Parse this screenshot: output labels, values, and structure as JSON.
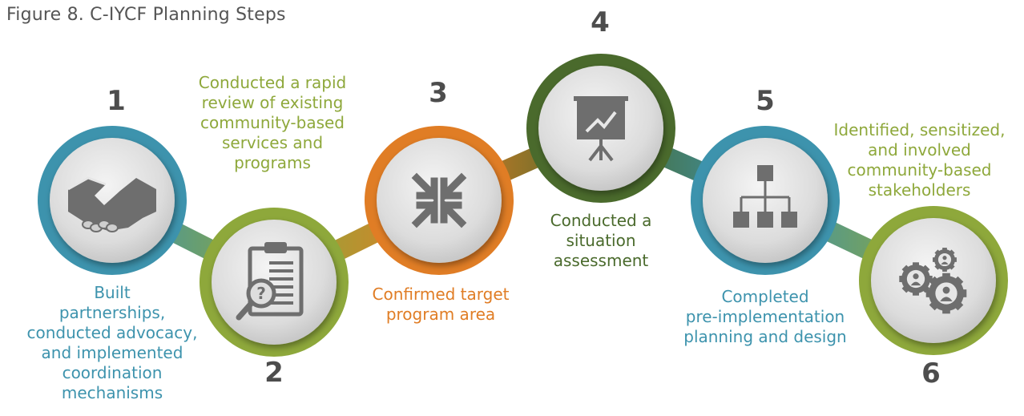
{
  "title": "Figure 8. C-IYCF Planning Steps",
  "colors": {
    "blue": "#3d93ad",
    "green": "#8ea83b",
    "orange": "#e07d25",
    "darkgreen": "#4a6a2c",
    "number": "#4d4d4d",
    "icon": "#6e6e6e"
  },
  "steps": [
    {
      "number": "1",
      "icon": "handshake-icon",
      "color": "blue",
      "caption": [
        "Built",
        "partnerships,",
        "conducted advocacy,",
        "and implemented",
        "coordination",
        "mechanisms"
      ]
    },
    {
      "number": "2",
      "icon": "clipboard-magnifier-icon",
      "color": "green",
      "caption": [
        "Conducted a rapid",
        "review of existing",
        "community-based",
        "services and",
        "programs"
      ]
    },
    {
      "number": "3",
      "icon": "focus-arrows-icon",
      "color": "orange",
      "caption": [
        "Confirmed target",
        "program area"
      ]
    },
    {
      "number": "4",
      "icon": "presentation-chart-icon",
      "color": "darkgreen",
      "caption": [
        "Conducted a",
        "situation",
        "assessment"
      ]
    },
    {
      "number": "5",
      "icon": "org-chart-icon",
      "color": "blue",
      "caption": [
        "Completed",
        "pre-implementation",
        "planning and design"
      ]
    },
    {
      "number": "6",
      "icon": "people-gears-icon",
      "color": "green",
      "caption": [
        "Identified, sensitized,",
        "and involved",
        "community-based",
        "stakeholders"
      ]
    }
  ]
}
